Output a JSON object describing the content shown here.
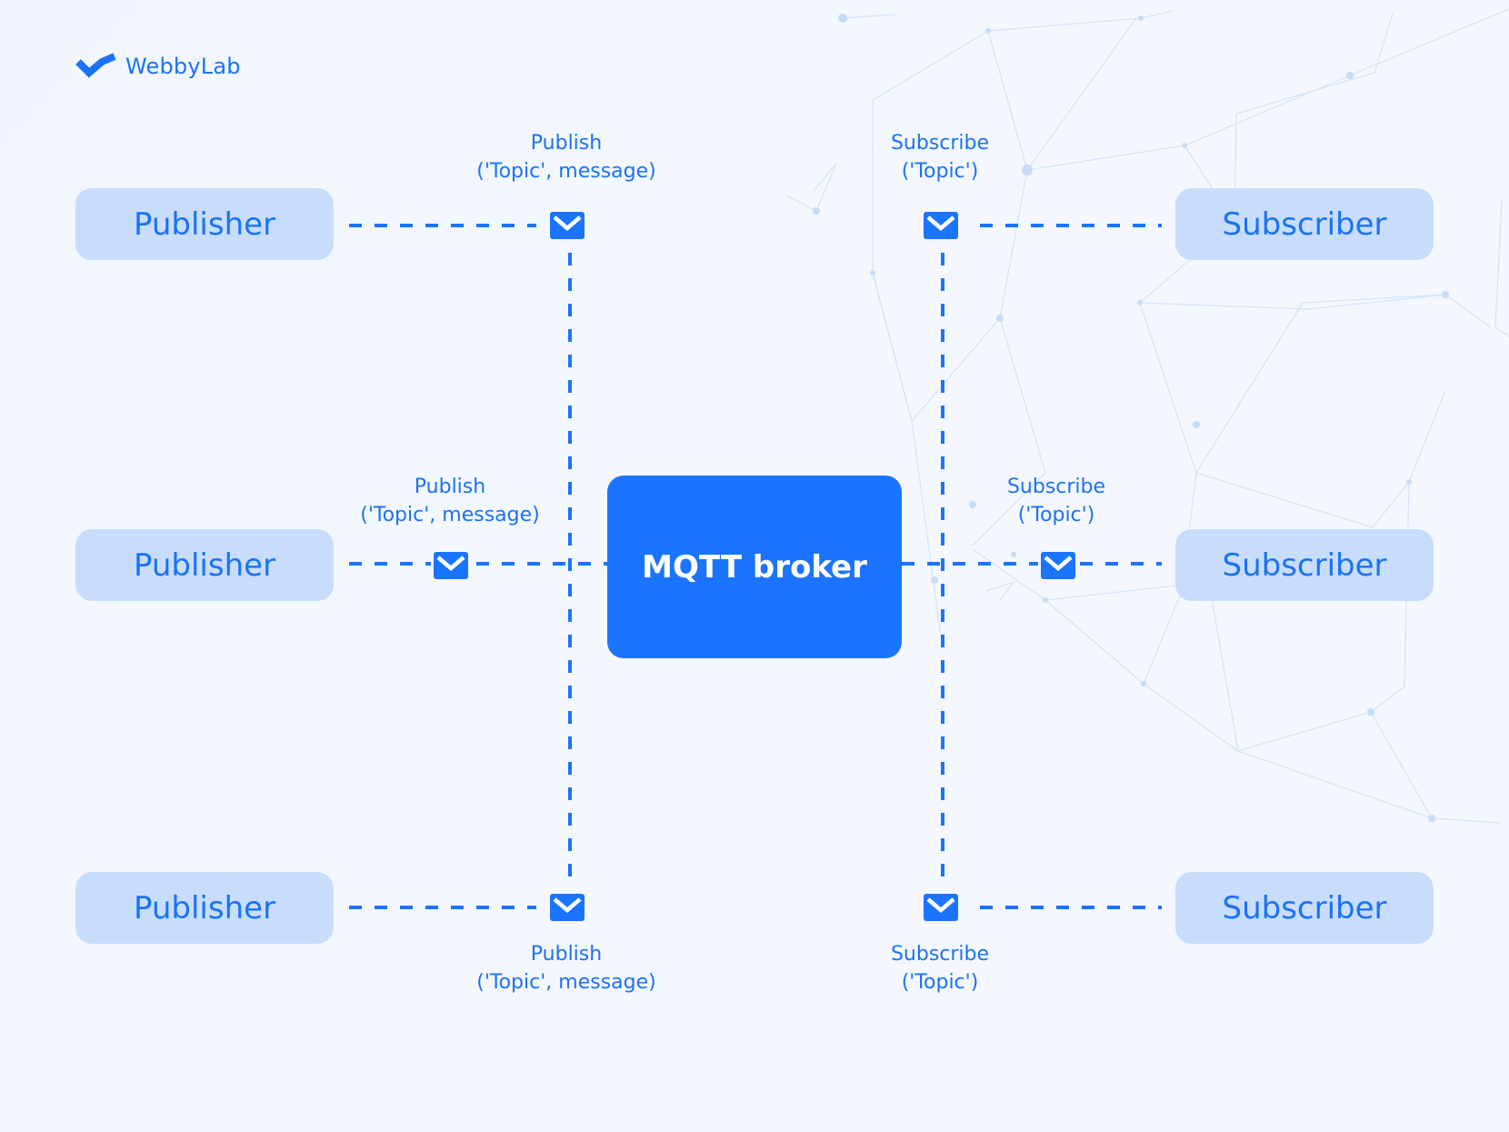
{
  "brand": {
    "name": "WebbyLab",
    "color": "#1a73f5"
  },
  "colors": {
    "accent": "#1b74fe",
    "node_fill": "#c8ddfc",
    "text": "#1a73f5",
    "background": "#f3f7fe"
  },
  "broker": {
    "label": "MQTT broker"
  },
  "publishers": [
    {
      "label": "Publisher"
    },
    {
      "label": "Publisher"
    },
    {
      "label": "Publisher"
    }
  ],
  "subscribers": [
    {
      "label": "Subscriber"
    },
    {
      "label": "Subscriber"
    },
    {
      "label": "Subscriber"
    }
  ],
  "edge_labels": {
    "publish_top": {
      "line1": "Publish",
      "line2": "('Topic', message)"
    },
    "publish_middle": {
      "line1": "Publish",
      "line2": "('Topic', message)"
    },
    "publish_bottom": {
      "line1": "Publish",
      "line2": "('Topic', message)"
    },
    "subscribe_top": {
      "line1": "Subscribe",
      "line2": "('Topic')"
    },
    "subscribe_middle": {
      "line1": "Subscribe",
      "line2": "('Topic')"
    },
    "subscribe_bottom": {
      "line1": "Subscribe",
      "line2": "('Topic')"
    }
  },
  "icons": {
    "message": "envelope-icon",
    "logo": "webbylab-logo-icon"
  }
}
